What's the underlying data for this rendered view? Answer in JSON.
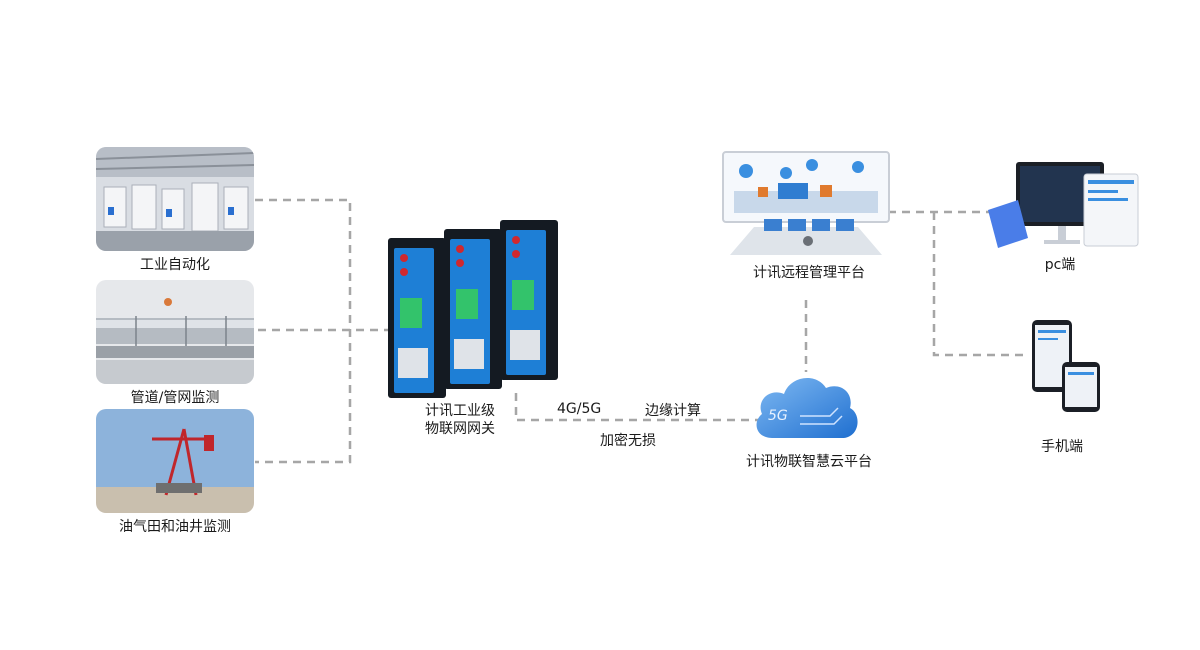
{
  "scenarios": [
    {
      "label": "工业自动化",
      "icon": "factory-automation-photo"
    },
    {
      "label": "管道/管网监测",
      "icon": "pipeline-photo"
    },
    {
      "label": "油气田和油井监测",
      "icon": "oil-pump-photo"
    }
  ],
  "gateway": {
    "line1": "计讯工业级",
    "line2": "物联网网关",
    "count": 3
  },
  "connection": {
    "network": "4G/5G",
    "edge": "边缘计算",
    "encryption": "加密无损"
  },
  "cloud": {
    "label": "计讯物联智慧云平台",
    "badge": "5G"
  },
  "remote_platform": {
    "label": "计讯远程管理平台"
  },
  "clients": {
    "pc": "pc端",
    "mobile": "手机端"
  },
  "colors": {
    "line": "#a6a6a6",
    "gateway_blue": "#1e7fd6",
    "cloud_blue": "#1f6fd0"
  }
}
